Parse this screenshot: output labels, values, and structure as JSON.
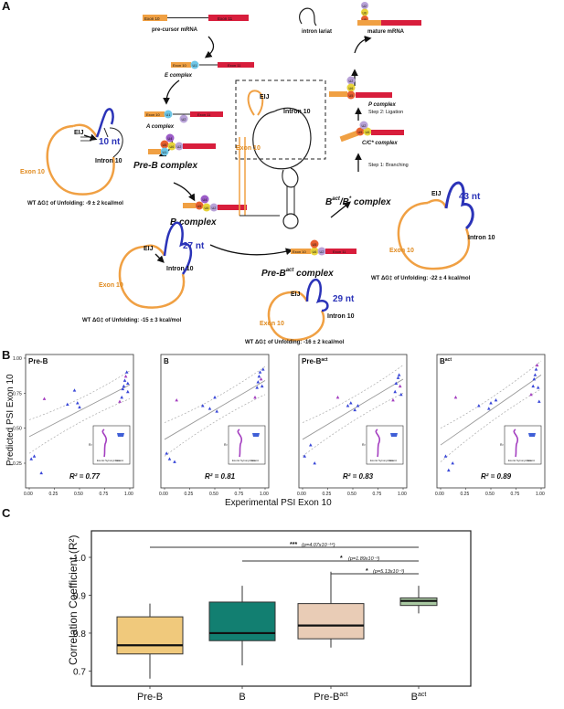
{
  "panel_a": {
    "label": "A",
    "pre_mrna_exon_left": "Exon 10",
    "pre_mrna_exon_right": "Exon 11",
    "pre_mrna_label": "pre-cursor mRNA",
    "intron_lariat_label": "intron lariat",
    "mature_mrna_label": "mature mRNA",
    "e_complex": "E complex",
    "a_complex": "A complex",
    "pre_b_complex": "Pre-B complex",
    "b_complex": "B complex",
    "pre_bact_complex": "Pre-B",
    "pre_bact_sup": "act",
    "pre_bact_suffix": " complex",
    "bact_complex_a": "B",
    "bact_complex_sup1": "act",
    "bact_complex_mid": "/B",
    "bact_complex_sup2": "*",
    "bact_complex_suffix": " complex",
    "cc_complex": "C/C* complex",
    "p_complex": "P complex",
    "step1": "Step 1: Branching",
    "step2": "Step 2: Ligation",
    "eij": "EIJ",
    "intron10": "Intron 10",
    "exon10": "Exon 10",
    "nt_preb": "10 nt",
    "nt_b": "27 nt",
    "nt_prebact": "29 nt",
    "nt_bact": "43 nt",
    "dg_preb": "WT ΔG‡ of Unfolding: -9 ± 2 kcal/mol",
    "dg_b": "WT ΔG‡ of Unfolding: -15 ± 3 kcal/mol",
    "dg_prebact": "WT ΔG‡ of Unfolding: -16 ± 2 kcal/mol",
    "dg_bact": "WT ΔG‡ of Unfolding: -22 ± 4 kcal/mol",
    "snrnps": [
      "U1",
      "U2",
      "U4",
      "U5",
      "U6"
    ]
  },
  "panel_b": {
    "label": "B",
    "ylabel": "Predicted PSI Exon 10",
    "xlabel": "Experimental PSI Exon 10",
    "x_ticks": [
      "0.00",
      "0.25",
      "0.50",
      "0.75",
      "1.00"
    ],
    "y_ticks": [
      "0.25",
      "0.50",
      "0.75",
      "1.00"
    ],
    "inset_labels": [
      "Exonic Synonymous",
      "Intronic"
    ],
    "inset_ylabel": "R²"
  },
  "panel_c": {
    "label": "C",
    "ylabel": "Correlation Coefficient (R²)",
    "sig": [
      {
        "stars": "***",
        "p": "(p=4.07x10⁻¹⁴)"
      },
      {
        "stars": "*",
        "p": "(p=1.89x10⁻³)"
      },
      {
        "stars": "*",
        "p": "(p=5.13x10⁻³)"
      }
    ]
  },
  "chart_data": [
    {
      "type": "scatter",
      "title": "Pre-B",
      "xlim": [
        0,
        1
      ],
      "ylim": [
        0.1,
        1.0
      ],
      "r2_label": "R² = 0.77",
      "x": [
        0.02,
        0.05,
        0.12,
        0.15,
        0.38,
        0.45,
        0.48,
        0.5,
        0.9,
        0.92,
        0.93,
        0.94,
        0.95,
        0.96,
        0.97,
        0.98,
        0.98
      ],
      "y": [
        0.28,
        0.3,
        0.18,
        0.71,
        0.67,
        0.77,
        0.68,
        0.65,
        0.69,
        0.72,
        0.78,
        0.8,
        0.84,
        0.87,
        0.9,
        0.82,
        0.76
      ],
      "fit": {
        "x": [
          0,
          1
        ],
        "y": [
          0.44,
          0.81
        ]
      },
      "inset_colors": [
        "#a43fc0",
        "#3f5fd6"
      ]
    },
    {
      "type": "scatter",
      "title": "B",
      "xlim": [
        0,
        1
      ],
      "ylim": [
        0.1,
        1.0
      ],
      "r2_label": "R² = 0.81",
      "x": [
        0.02,
        0.05,
        0.1,
        0.12,
        0.38,
        0.45,
        0.5,
        0.52,
        0.9,
        0.92,
        0.93,
        0.94,
        0.95,
        0.96,
        0.97,
        0.98
      ],
      "y": [
        0.32,
        0.28,
        0.26,
        0.7,
        0.66,
        0.64,
        0.72,
        0.62,
        0.72,
        0.79,
        0.83,
        0.87,
        0.9,
        0.85,
        0.8,
        0.92
      ],
      "fit": {
        "x": [
          0,
          1
        ],
        "y": [
          0.42,
          0.84
        ]
      },
      "inset_colors": [
        "#a43fc0",
        "#3f5fd6"
      ]
    },
    {
      "type": "scatter",
      "title": "Pre-B",
      "title_sup": "act",
      "xlim": [
        0,
        1
      ],
      "ylim": [
        0.1,
        1.0
      ],
      "r2_label": "R² = 0.83",
      "x": [
        0.02,
        0.08,
        0.12,
        0.35,
        0.45,
        0.48,
        0.52,
        0.55,
        0.9,
        0.92,
        0.93,
        0.95,
        0.96,
        0.97,
        0.98
      ],
      "y": [
        0.3,
        0.38,
        0.25,
        0.72,
        0.66,
        0.68,
        0.63,
        0.66,
        0.7,
        0.76,
        0.82,
        0.86,
        0.88,
        0.8,
        0.74
      ],
      "fit": {
        "x": [
          0,
          1
        ],
        "y": [
          0.42,
          0.85
        ]
      },
      "inset_colors": [
        "#a43fc0",
        "#3f5fd6"
      ]
    },
    {
      "type": "scatter",
      "title": "B",
      "title_sup": "act",
      "xlim": [
        0,
        1
      ],
      "ylim": [
        0.1,
        1.0
      ],
      "r2_label": "R² = 0.89",
      "x": [
        0.05,
        0.08,
        0.12,
        0.15,
        0.38,
        0.48,
        0.5,
        0.55,
        0.9,
        0.92,
        0.93,
        0.94,
        0.95,
        0.96,
        0.97,
        0.98
      ],
      "y": [
        0.3,
        0.2,
        0.25,
        0.72,
        0.66,
        0.64,
        0.68,
        0.7,
        0.74,
        0.8,
        0.85,
        0.88,
        0.92,
        0.95,
        0.79,
        0.69
      ],
      "fit": {
        "x": [
          0,
          1
        ],
        "y": [
          0.38,
          0.88
        ]
      },
      "inset_colors": [
        "#a43fc0",
        "#3f5fd6"
      ]
    },
    {
      "type": "box",
      "categories": [
        "Pre-B",
        "B",
        "Pre-B",
        "B"
      ],
      "category_sups": [
        "",
        "",
        "act",
        "act"
      ],
      "ylabel": "Correlation Coefficient (R²)",
      "ylim": [
        0.66,
        1.07
      ],
      "y_ticks": [
        "0.7",
        "0.8",
        "0.9",
        "1.0"
      ],
      "boxes": [
        {
          "min": 0.68,
          "q1": 0.745,
          "median": 0.768,
          "q3": 0.843,
          "max": 0.878,
          "color": "#f0c97c"
        },
        {
          "min": 0.715,
          "q1": 0.78,
          "median": 0.8,
          "q3": 0.882,
          "max": 0.925,
          "color": "#127f71"
        },
        {
          "min": 0.762,
          "q1": 0.785,
          "median": 0.82,
          "q3": 0.878,
          "max": 0.962,
          "color": "#e9ccb6"
        },
        {
          "min": 0.852,
          "q1": 0.873,
          "median": 0.885,
          "q3": 0.893,
          "max": 0.925,
          "color": "#a9c9a2"
        }
      ]
    }
  ]
}
